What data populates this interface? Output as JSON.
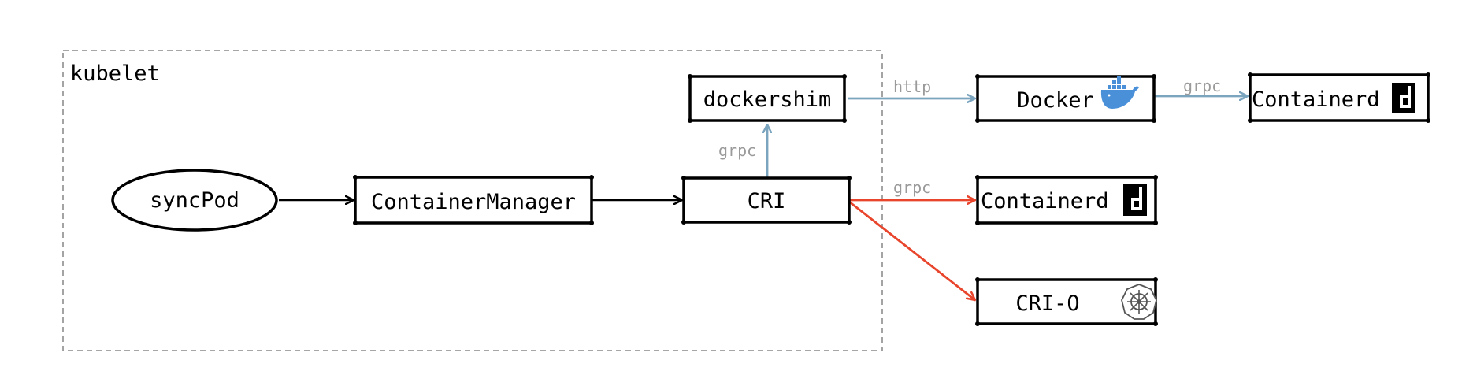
{
  "group": {
    "label": "kubelet"
  },
  "nodes": {
    "syncpod": {
      "label": "syncPod",
      "shape": "ellipse"
    },
    "container_manager": {
      "label": "ContainerManager",
      "shape": "box"
    },
    "cri": {
      "label": "CRI",
      "shape": "box"
    },
    "dockershim": {
      "label": "dockershim",
      "shape": "box"
    },
    "docker": {
      "label": "Docker",
      "shape": "box",
      "icon": "docker-whale-icon"
    },
    "containerd_top": {
      "label": "Containerd",
      "shape": "box",
      "icon": "containerd-icon"
    },
    "containerd_mid": {
      "label": "Containerd",
      "shape": "box",
      "icon": "containerd-icon"
    },
    "crio": {
      "label": "CRI-O",
      "shape": "box",
      "icon": "kubernetes-helm-icon"
    }
  },
  "edges": {
    "dockershim_docker": {
      "label": "http"
    },
    "docker_containerd": {
      "label": "grpc"
    },
    "cri_dockershim": {
      "label": "grpc"
    },
    "cri_containerd": {
      "label": "grpc"
    }
  },
  "colors": {
    "stroke": "#000000",
    "blue_edge": "#7ba4be",
    "red_edge": "#e8452c",
    "edge_label": "#9a9a9a",
    "dashed_border": "#9a9a9a",
    "docker_blue": "#4a90d9"
  }
}
